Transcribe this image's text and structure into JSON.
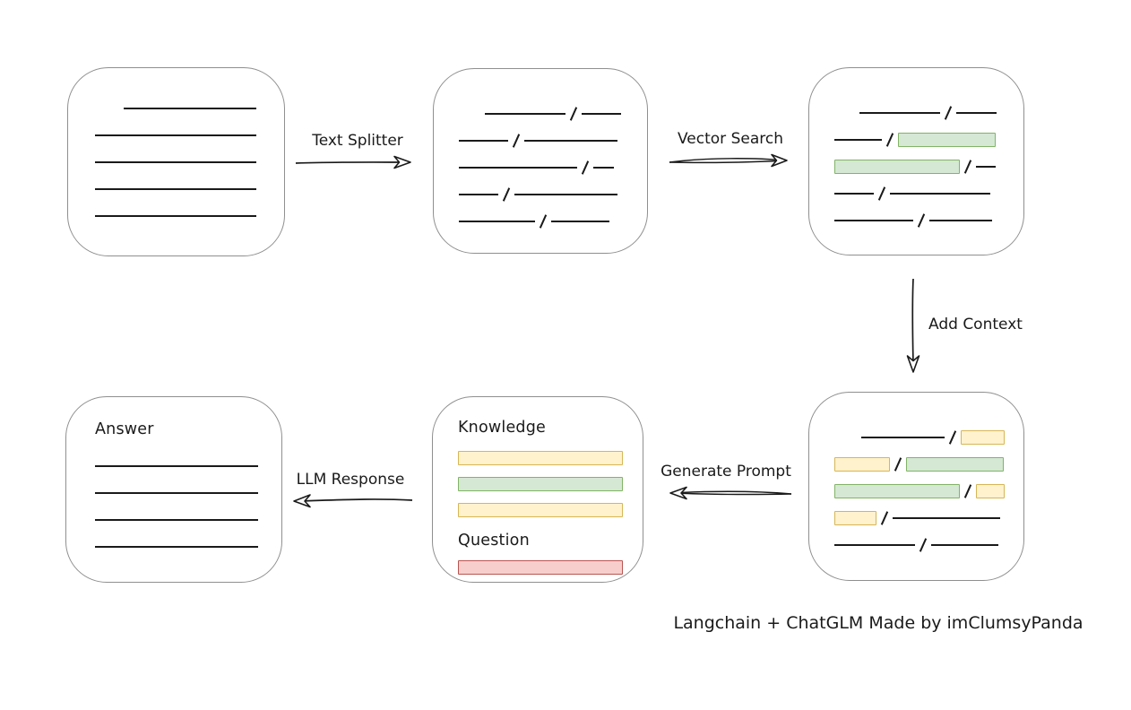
{
  "colors": {
    "green_fill": "#d5e8d4",
    "green_border": "#82b366",
    "yellow_fill": "#fff2cc",
    "yellow_border": "#d6b656",
    "red_fill": "#f8cecc",
    "red_border": "#b85450",
    "stroke": "#1a1a1a",
    "box_border": "#8f8f8f"
  },
  "arrows": {
    "text_splitter": {
      "label": "Text Splitter"
    },
    "vector_search": {
      "label": "Vector Search"
    },
    "add_context": {
      "label": "Add Context"
    },
    "generate_prompt": {
      "label": "Generate Prompt"
    },
    "llm_response": {
      "label": "LLM Response"
    }
  },
  "boxes": {
    "document": {
      "lines": [
        {
          "indent": 32,
          "w": 148
        },
        {
          "indent": 0,
          "w": 180
        },
        {
          "indent": 0,
          "w": 180
        },
        {
          "indent": 0,
          "w": 180
        },
        {
          "indent": 0,
          "w": 180
        }
      ]
    },
    "chunks": {
      "rows": [
        [
          {
            "t": "gap",
            "w": 29
          },
          {
            "t": "line",
            "w": 90
          },
          {
            "t": "slash"
          },
          {
            "t": "line",
            "w": 44
          }
        ],
        [
          {
            "t": "line",
            "w": 55
          },
          {
            "t": "slash"
          },
          {
            "t": "line",
            "w": 104
          }
        ],
        [
          {
            "t": "line",
            "w": 132
          },
          {
            "t": "slash"
          },
          {
            "t": "line",
            "w": 23
          }
        ],
        [
          {
            "t": "line",
            "w": 44
          },
          {
            "t": "slash"
          },
          {
            "t": "line",
            "w": 115
          }
        ],
        [
          {
            "t": "line",
            "w": 85
          },
          {
            "t": "slash"
          },
          {
            "t": "line",
            "w": 65
          }
        ]
      ]
    },
    "retrieved": {
      "rows": [
        [
          {
            "t": "gap",
            "w": 28
          },
          {
            "t": "line",
            "w": 90
          },
          {
            "t": "slash"
          },
          {
            "t": "line",
            "w": 45
          }
        ],
        [
          {
            "t": "line",
            "w": 53
          },
          {
            "t": "slash"
          },
          {
            "t": "chip",
            "c": "green",
            "w": 107
          }
        ],
        [
          {
            "t": "chip",
            "c": "green",
            "w": 138
          },
          {
            "t": "slash"
          },
          {
            "t": "line",
            "w": 22
          }
        ],
        [
          {
            "t": "line",
            "w": 44
          },
          {
            "t": "slash"
          },
          {
            "t": "line",
            "w": 112
          }
        ],
        [
          {
            "t": "line",
            "w": 88
          },
          {
            "t": "slash"
          },
          {
            "t": "line",
            "w": 70
          }
        ]
      ]
    },
    "context": {
      "rows": [
        [
          {
            "t": "gap",
            "w": 30
          },
          {
            "t": "line",
            "w": 93
          },
          {
            "t": "slash"
          },
          {
            "t": "chip",
            "c": "yellow",
            "w": 47
          }
        ],
        [
          {
            "t": "chip",
            "c": "yellow",
            "w": 60
          },
          {
            "t": "slash"
          },
          {
            "t": "chip",
            "c": "green",
            "w": 107
          }
        ],
        [
          {
            "t": "chip",
            "c": "green",
            "w": 138
          },
          {
            "t": "slash"
          },
          {
            "t": "chip",
            "c": "yellow",
            "w": 30
          }
        ],
        [
          {
            "t": "chip",
            "c": "yellow",
            "w": 45
          },
          {
            "t": "slash"
          },
          {
            "t": "line",
            "w": 120
          }
        ],
        [
          {
            "t": "line",
            "w": 90
          },
          {
            "t": "slash"
          },
          {
            "t": "line",
            "w": 75
          }
        ]
      ]
    },
    "prompt": {
      "knowledge_label": "Knowledge",
      "question_label": "Question",
      "knowledge_bars": [
        {
          "c": "yellow"
        },
        {
          "c": "green"
        },
        {
          "c": "yellow"
        }
      ],
      "question_bars": [
        {
          "c": "red"
        }
      ]
    },
    "answer": {
      "label": "Answer",
      "lines": [
        {
          "indent": 0,
          "w": 182
        },
        {
          "indent": 0,
          "w": 182
        },
        {
          "indent": 0,
          "w": 182
        },
        {
          "indent": 0,
          "w": 182
        }
      ]
    }
  },
  "footer": "Langchain + ChatGLM Made by imClumsyPanda"
}
